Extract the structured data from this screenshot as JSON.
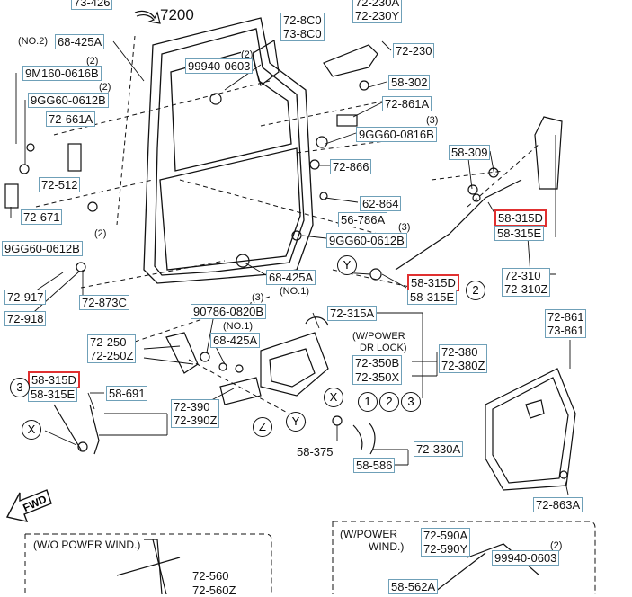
{
  "title": "7200",
  "parts": {
    "p73_426": "73-426",
    "p72_230a": "72-230A",
    "p72_230y": "72-230Y",
    "p72_8c0": "72-8C0",
    "p73_8c0": "73-8C0",
    "p68_425a_a": "68-425A",
    "p72_230": "72-230",
    "p9m160": "9M160-0616B",
    "p99940_a": "99940-0603",
    "p58_302": "58-302",
    "p9gg60_a": "9GG60-0612B",
    "p72_861a": "72-861A",
    "p72_661a": "72-661A",
    "p9gg60_0816": "9GG60-0816B",
    "p58_309": "58-309",
    "p72_866": "72-866",
    "p72_512": "72-512",
    "p62_864": "62-864",
    "p72_671": "72-671",
    "p56_786a": "56-786A",
    "p58_315d_a": "58-315D",
    "p58_315e_a": "58-315E",
    "p9gg60_b": "9GG60-0612B",
    "p9gg60_c": "9GG60-0612B",
    "p68_425a_b": "68-425A",
    "p58_315d_b": "58-315D",
    "p58_315e_b": "58-315E",
    "p72_310": "72-310",
    "p72_310z": "72-310Z",
    "p72_917": "72-917",
    "p72_873c": "72-873C",
    "p72_918": "72-918",
    "p90786": "90786-0820B",
    "p72_315a": "72-315A",
    "p72_861": "72-861",
    "p73_861": "73-861",
    "p68_425a_c": "68-425A",
    "p72_250": "72-250",
    "p72_250z": "72-250Z",
    "p72_380": "72-380",
    "p72_380z": "72-380Z",
    "p72_350b": "72-350B",
    "p72_350x": "72-350X",
    "p58_315d_c": "58-315D",
    "p58_315e_c": "58-315E",
    "p58_691": "58-691",
    "p72_390": "72-390",
    "p72_390z": "72-390Z",
    "p58_375": "58-375",
    "p72_330a": "72-330A",
    "p58_586": "58-586",
    "p72_863a": "72-863A",
    "p72_590a": "72-590A",
    "p72_590y": "72-590Y",
    "p99940_b": "99940-0603",
    "p58_562a": "58-562A",
    "p72_560": "72-560",
    "p72_560z": "72-560Z"
  },
  "notes": {
    "no2": "(NO.2)",
    "q2a": "(2)",
    "q2b": "(2)",
    "q2c": "(2)",
    "q3a": "(3)",
    "q3b": "(3)",
    "q2d": "(2)",
    "q3c": "(3)",
    "no1a": "(NO.1)",
    "no1b": "(NO.1)",
    "q2e": "(2)",
    "wpower1": "(W/POWER",
    "wpower2": "DR LOCK)",
    "wo_power": "(W/O POWER WIND.)",
    "w_power1": "(W/POWER",
    "w_power2": "WIND.)"
  },
  "callouts": {
    "x1": "X",
    "x2": "X",
    "y1": "Y",
    "y2": "Y",
    "z1": "Z",
    "n1": "1",
    "n2": "2",
    "n3": "3",
    "n2b": "2",
    "n3b": "3"
  },
  "fwd": "FWD",
  "colors": {
    "box_border": "#6fa0b8",
    "highlight": "#e03030"
  }
}
